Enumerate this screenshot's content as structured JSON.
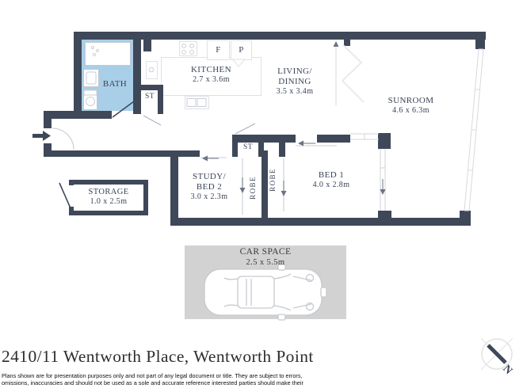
{
  "floorplan": {
    "labels": {
      "bath": "BATH",
      "st_bath": "ST",
      "st_hall": "ST",
      "kitchen": [
        "KITCHEN",
        "2.7 x 3.6m"
      ],
      "living": [
        "LIVING/",
        "DINING",
        "3.5 x 3.4m"
      ],
      "sunroom": [
        "SUNROOM",
        "4.6 x 6.3m"
      ],
      "study": [
        "STUDY/",
        "BED 2",
        "3.0 x 2.3m"
      ],
      "bed1": [
        "BED 1",
        "4.0 x 2.8m"
      ],
      "storage": [
        "STORAGE",
        "1.0 x 2.5m"
      ],
      "carspace": [
        "CAR SPACE",
        "2.5 x 5.5m"
      ],
      "robe_study": "ROBE",
      "robe_bed1": "ROBE",
      "fridge": "F",
      "pantry": "P"
    },
    "compass": {
      "north_label": "N"
    }
  },
  "footer": {
    "title": "2410/11 Wentworth Place, Wentworth Point",
    "disclaimer_line1": "Plans shown are for presentation purposes only and not part of any legal document or title. They are subject to errors,",
    "disclaimer_line2": "omissions, inaccuracies and should not be used as a sole and accurate reference interested parties should make their"
  },
  "colors": {
    "wall": "#3f4859",
    "bath_floor": "#a9cee8",
    "car_space": "#d2d2d2",
    "linework": "#d6d9de"
  }
}
